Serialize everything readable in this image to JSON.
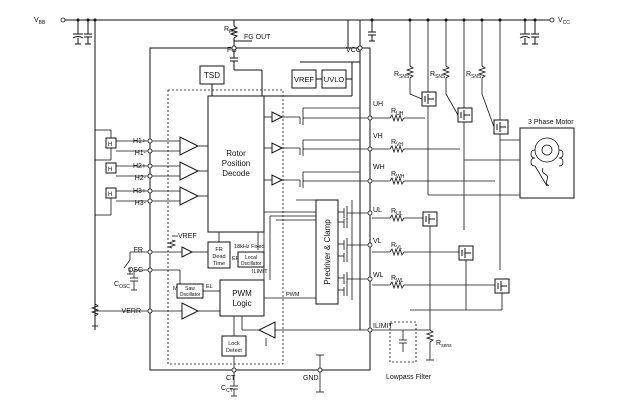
{
  "power": {
    "vbb": "V",
    "vbb_sub": "BB",
    "vcc_right": "V",
    "vcc_right_sub": "CC"
  },
  "pins": {
    "fg": "FG",
    "vcc": "VCC",
    "fr": "FR",
    "osc": "OSC",
    "verr": "VERR",
    "ct": "CT",
    "gnd": "GND",
    "ilimit": "ILIMIT",
    "h1p": "H1+",
    "h1n": "H1-",
    "h2p": "H2+",
    "h2n": "H2-",
    "h3p": "H3+",
    "h3n": "H3-",
    "uh": "UH",
    "vh": "VH",
    "wh": "WH",
    "ul": "UL",
    "vl": "VL",
    "wl": "WL"
  },
  "blocks": {
    "tsd": "TSD",
    "vref": "VREF",
    "uvlo": "UVLO",
    "rotor_line1": "Rotor",
    "rotor_line2": "Position",
    "rotor_line3": "Decode",
    "predriver": "Predriver & Clamp",
    "pwm_line1": "PWM",
    "pwm_line2": "Logic",
    "fr_dead_line1": "FR",
    "fr_dead_line2": "Dead",
    "fr_dead_line3": "Time",
    "fixed_label": "18kHz Fixed",
    "local_osc_line1": "Local",
    "local_osc_line2": "Oscillator",
    "saw_line1": "Saw",
    "saw_line2": "Oscillator",
    "lock_line1": "Lock",
    "lock_line2": "Detect",
    "motor_title": "3 Phase Motor",
    "lowpass_title": "Lowpass Filter"
  },
  "signals": {
    "fg_out": "FG OUT",
    "vref_in": "VREF",
    "ilimit_int": "ILIMIT",
    "pwm": "PWM",
    "er": "ER",
    "m": "M",
    "el": "EL",
    "h_elem": "H"
  },
  "components": {
    "r": "R",
    "c": "C",
    "rfg_sub": "FG",
    "rsnd_sub": "SNS",
    "ruh_sub": "UH",
    "rvh_sub": "VH",
    "rwh_sub": "WH",
    "rul_sub": "UL",
    "rvl_sub": "VL",
    "rwl_sub": "WL",
    "rsens_sub": "sens",
    "cosc_sub": "OSC",
    "cct_sub": "CT"
  }
}
